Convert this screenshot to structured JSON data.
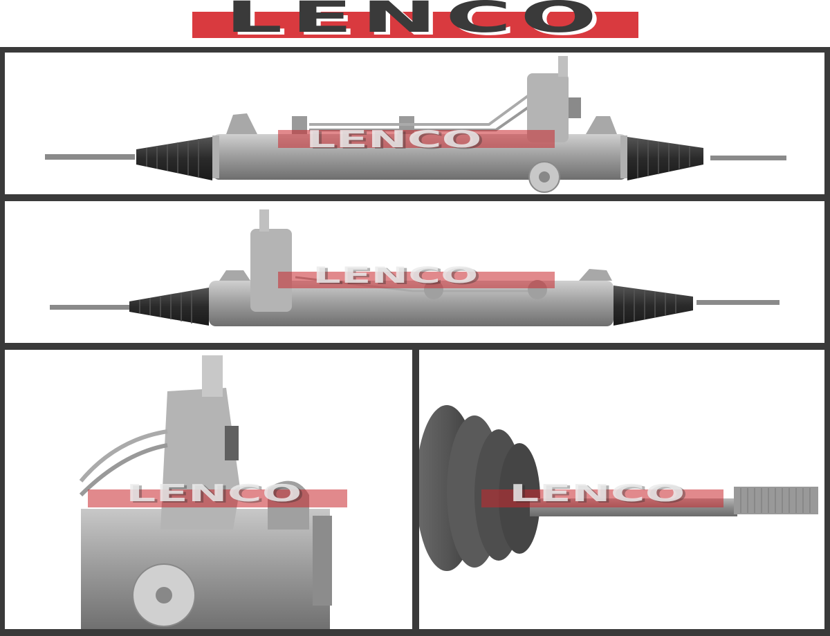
{
  "brand": {
    "logo_text": "LENCO",
    "logo_bar_color": "#d93a3f",
    "logo_text_color": "#3a3a3a"
  },
  "frame": {
    "border_color": "#3a3a3a"
  },
  "panels": [
    {
      "id": "panel-1",
      "view": "steering rack front view",
      "watermark": "LENCO"
    },
    {
      "id": "panel-2",
      "view": "steering rack rear view",
      "watermark": "LENCO"
    },
    {
      "id": "panel-3",
      "view": "steering valve / pinion housing close-up",
      "watermark": "LENCO"
    },
    {
      "id": "panel-4",
      "view": "bellows boot and tie rod thread close-up",
      "watermark": "LENCO"
    }
  ],
  "colors": {
    "metal": "#9a9a9a",
    "metal_light": "#c4c4c4",
    "metal_dark": "#6e6e6e",
    "boot": "#2e2e2e",
    "watermark_bar": "#c8282d"
  }
}
